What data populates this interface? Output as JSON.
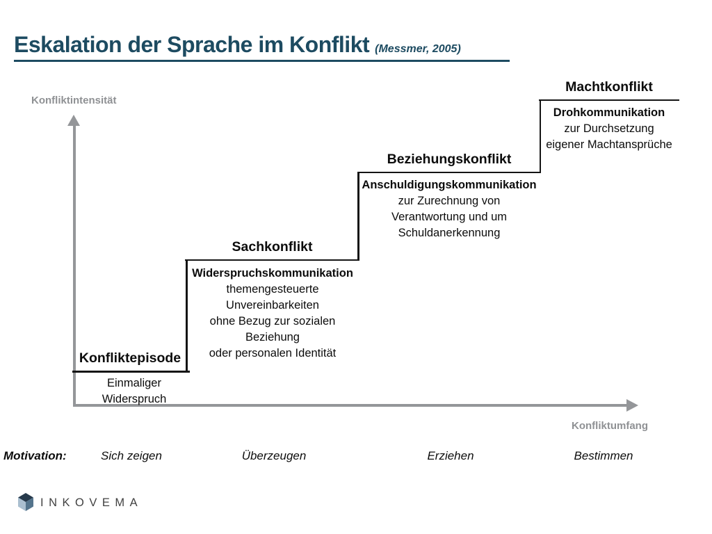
{
  "title": {
    "text": "Eskalation der Sprache im Konflikt",
    "attribution": "(Messmer, 2005)"
  },
  "axes": {
    "y_label": "Konfliktintensität",
    "x_label": "Konfliktumfang"
  },
  "steps": [
    {
      "label": "Konfliktepisode",
      "lines": [
        "Einmaliger",
        "Widerspruch"
      ]
    },
    {
      "label": "Sachkonflikt",
      "emphasis": "Widerspruchskommunikation",
      "lines": [
        "themengesteuerte",
        "Unvereinbarkeiten",
        "ohne Bezug zur sozialen",
        "Beziehung",
        "oder personalen Identität"
      ]
    },
    {
      "label": "Beziehungskonflikt",
      "emphasis": "Anschuldigungskommunikation",
      "lines": [
        "zur Zurechnung von",
        "Verantwortung und um",
        "Schuldanerkennung"
      ]
    },
    {
      "label": "Machtkonflikt",
      "emphasis": "Drohkommunikation",
      "lines": [
        "zur Durchsetzung",
        "eigener Machtansprüche"
      ]
    }
  ],
  "motivation": {
    "label": "Motivation:",
    "items": [
      "Sich zeigen",
      "Überzeugen",
      "Erziehen",
      "Bestimmen"
    ]
  },
  "logo": {
    "text": "INKOVEMA"
  },
  "colors": {
    "title": "#1d4b61",
    "axis_gray": "#949699",
    "line_black": "#141414",
    "logo_dark": "#26394b",
    "logo_mid": "#54748c",
    "logo_light": "#aabfd0"
  }
}
